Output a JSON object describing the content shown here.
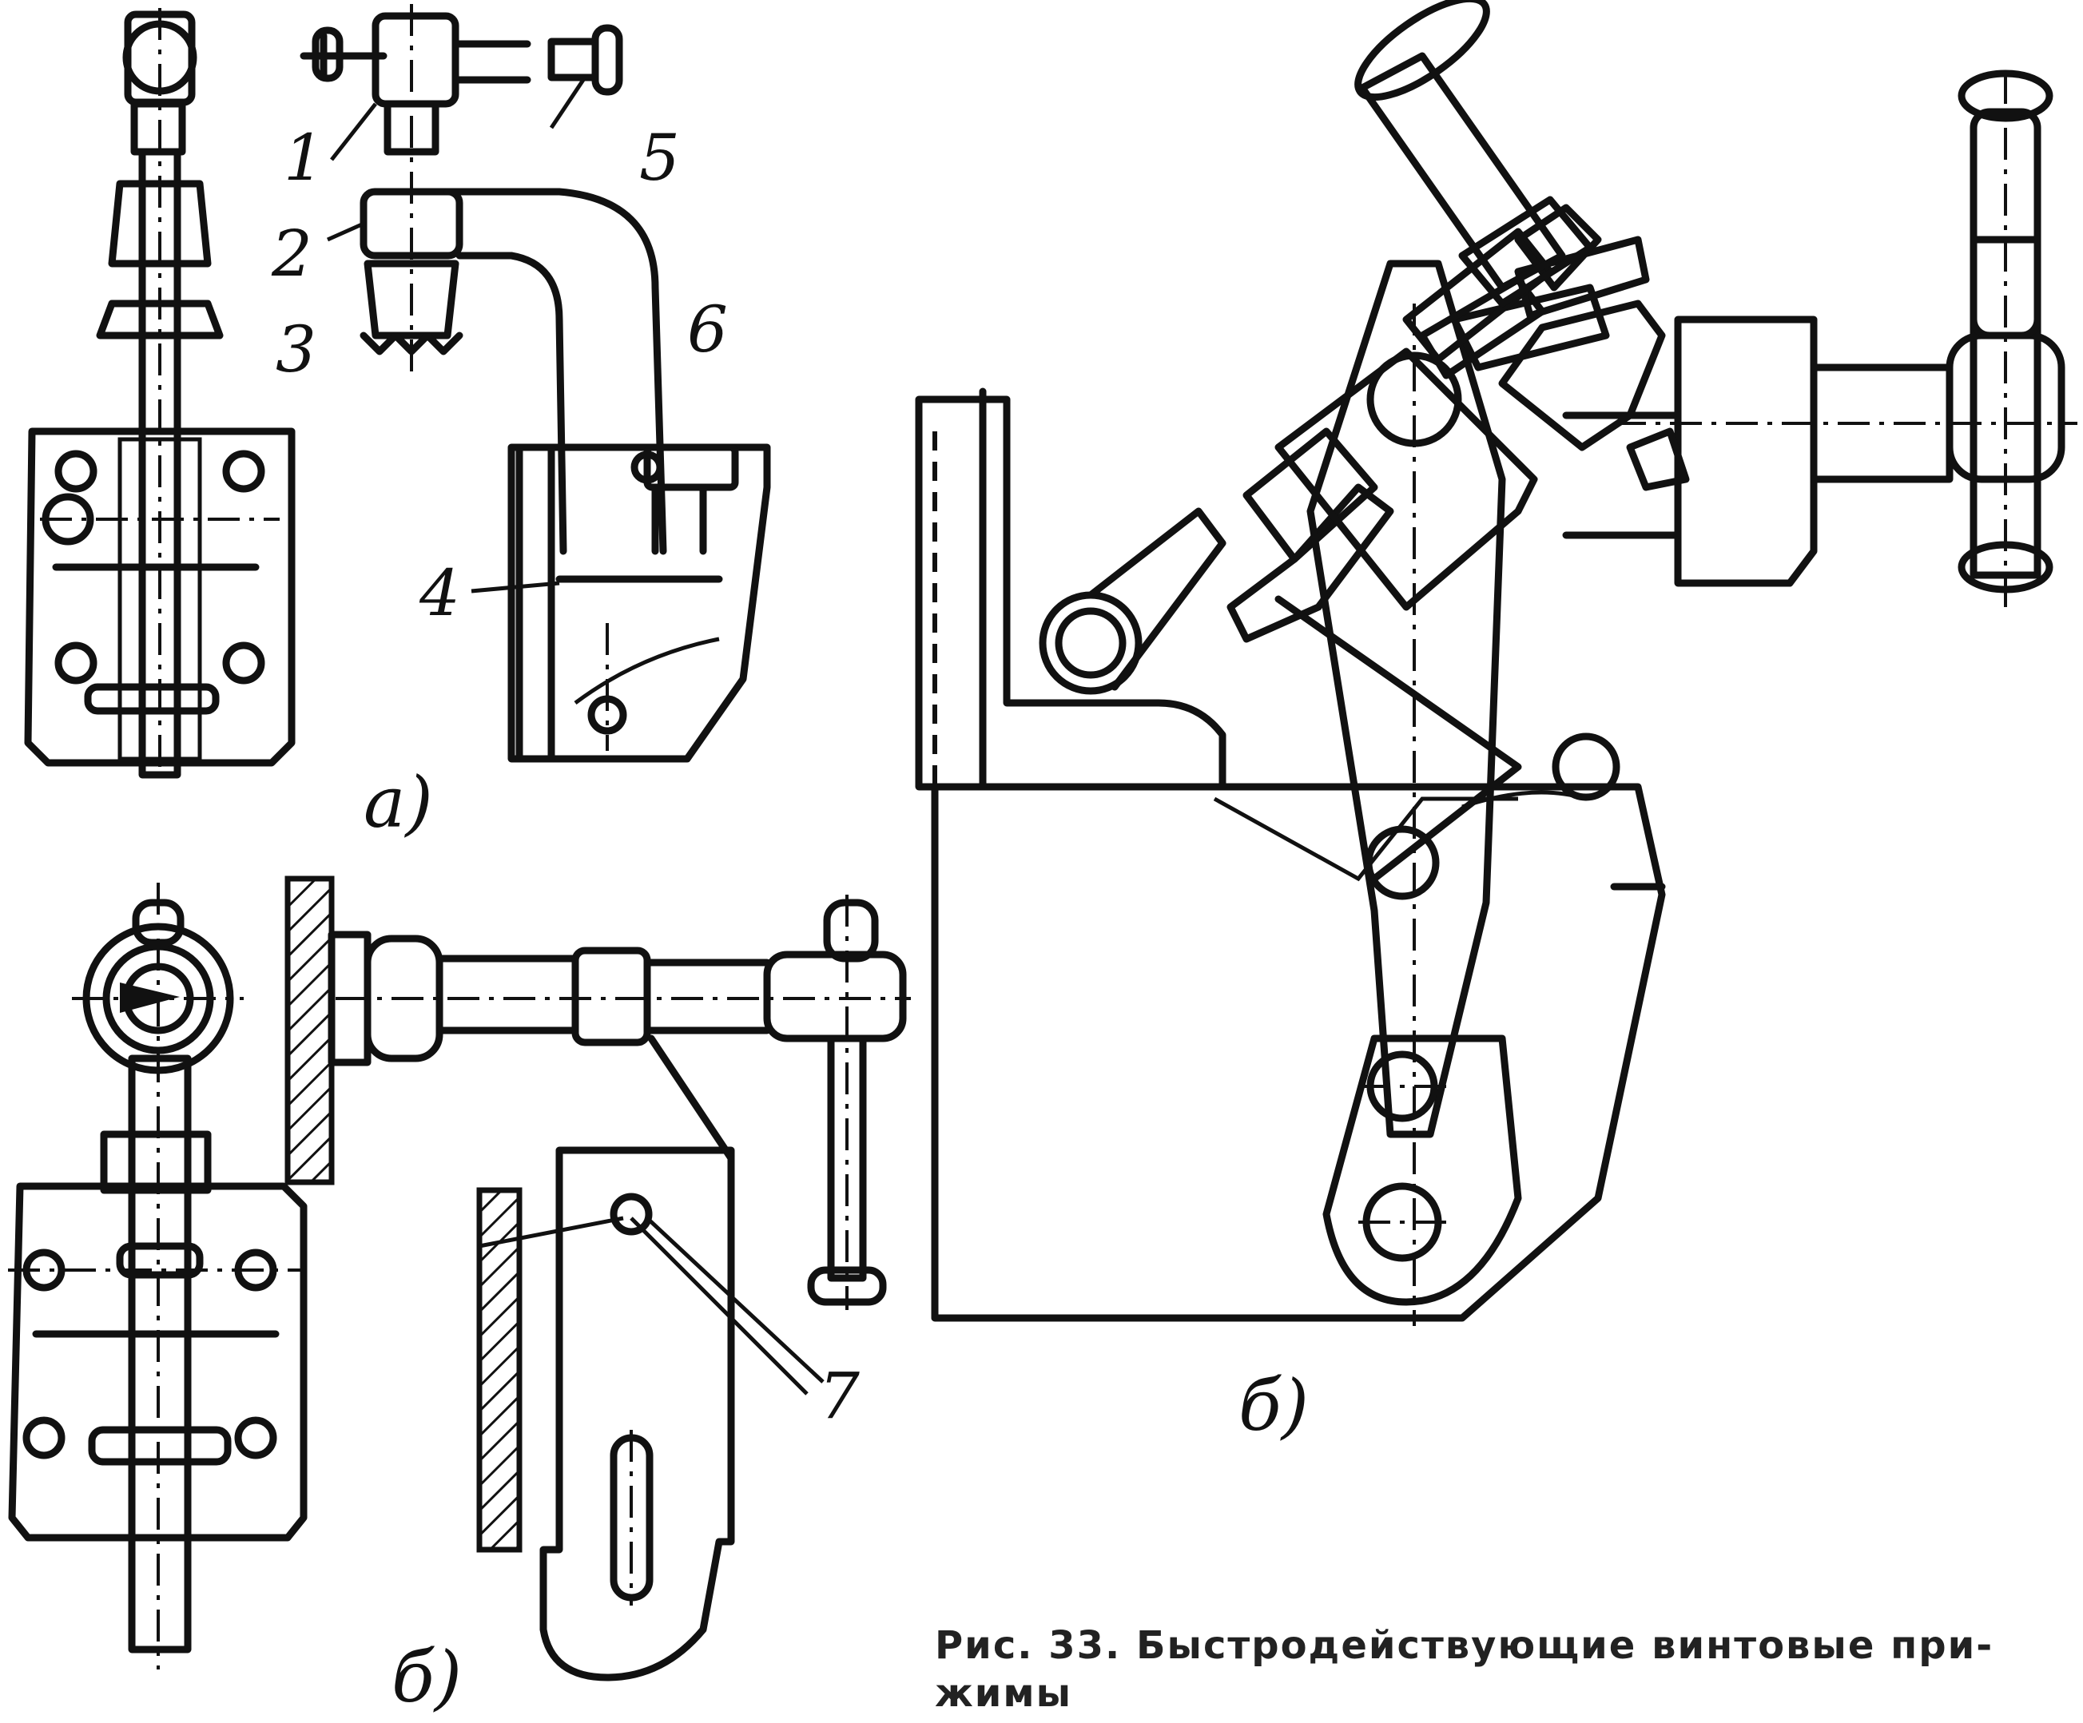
{
  "part_labels": [
    "1",
    "2",
    "3",
    "4",
    "5",
    "6",
    "7"
  ],
  "subfigure_labels": {
    "a": "а)",
    "b_left": "б)",
    "b_right": "б)"
  },
  "caption": {
    "line1": "Рис. 33. Быстродействующие винтовые при-",
    "line2": "жимы"
  }
}
